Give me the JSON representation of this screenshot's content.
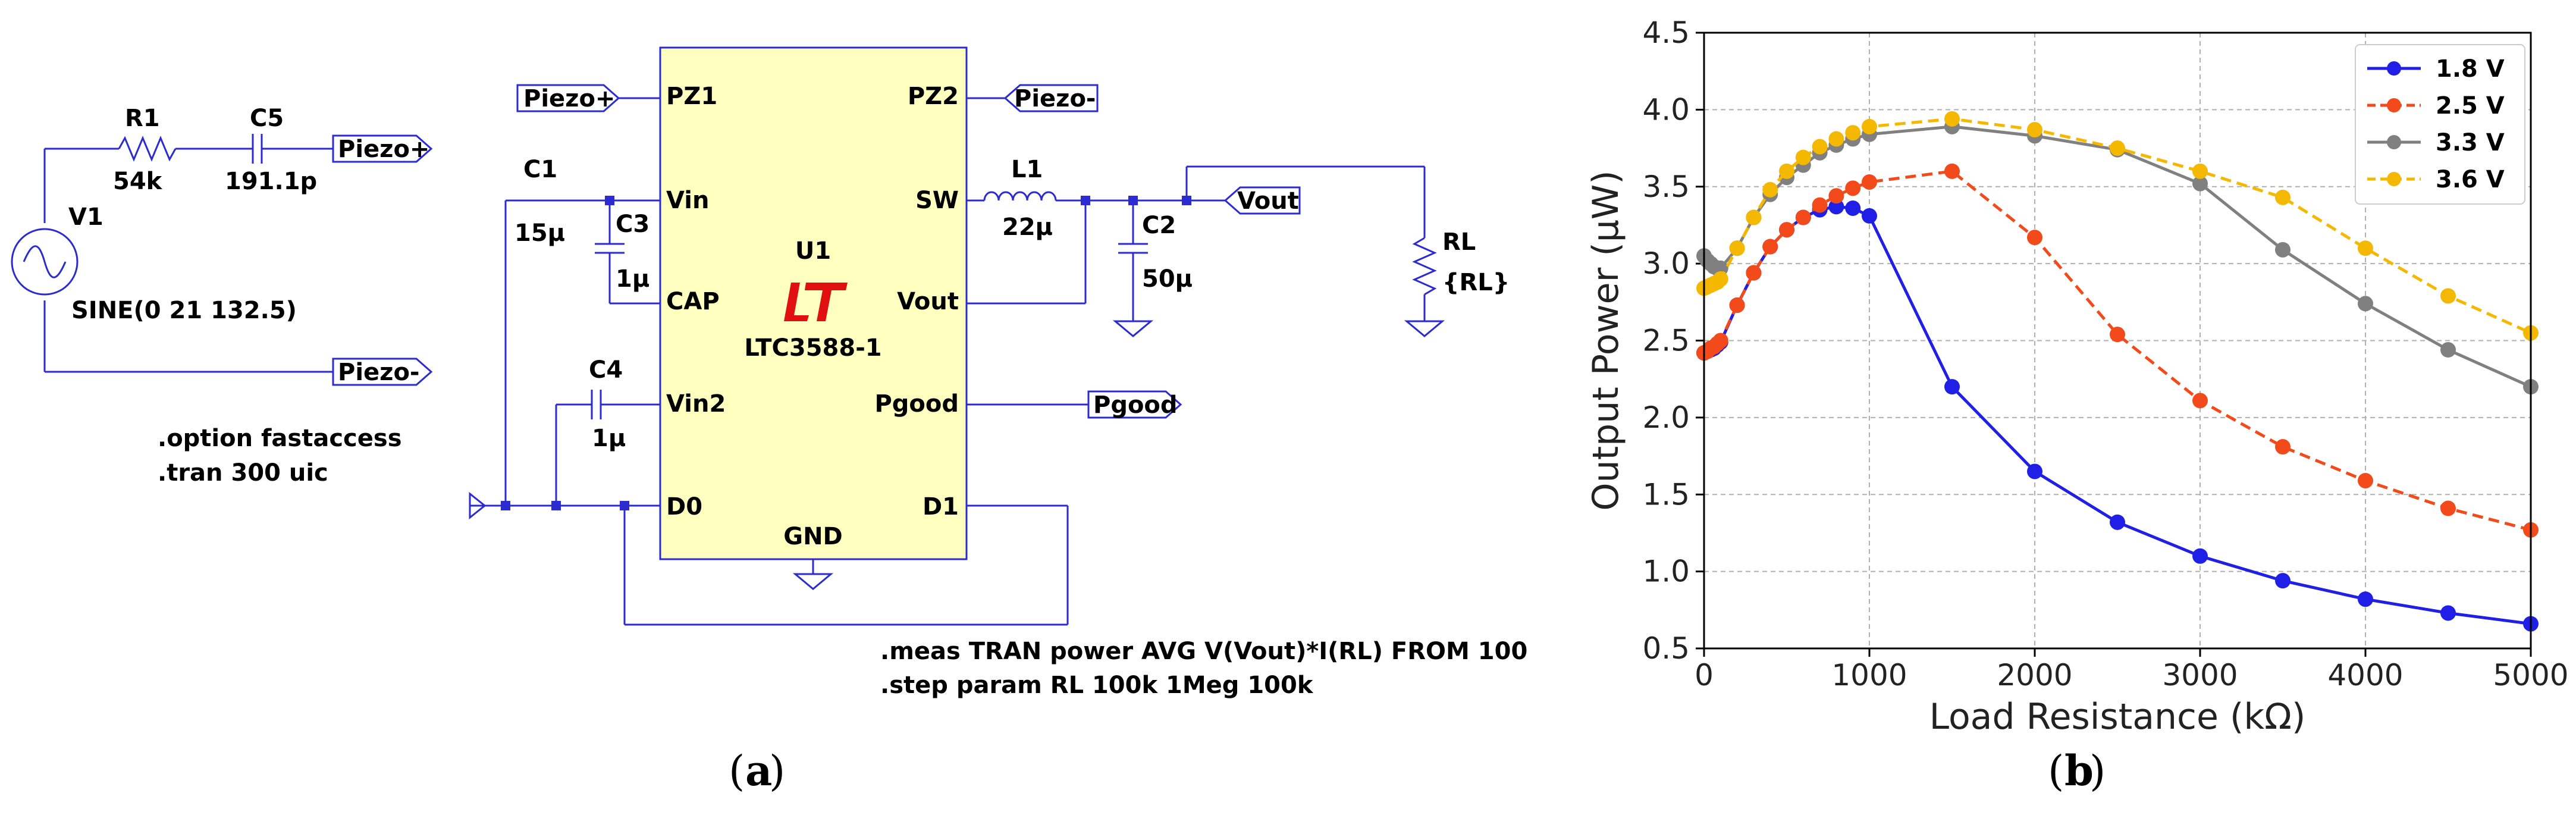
{
  "schematic": {
    "caption": "a",
    "source": {
      "r1_name": "R1",
      "r1_value": "54k",
      "c5_name": "C5",
      "c5_value": "191.1p",
      "v1_name": "V1",
      "v1_value": "SINE(0 21 132.5)",
      "flag_pos": "Piezo+",
      "flag_neg": "Piezo-"
    },
    "directives": [
      ".option fastaccess",
      ".tran 300 uic"
    ],
    "ic": {
      "name": "U1",
      "part": "LTC3588-1",
      "pins_left": [
        "PZ1",
        "Vin",
        "CAP",
        "Vin2",
        "D0"
      ],
      "pins_right": [
        "PZ2",
        "SW",
        "Vout",
        "Pgood",
        "D1"
      ],
      "pin_bottom": "GND"
    },
    "flags": {
      "pz1_flag": "Piezo+",
      "pz2_flag": "Piezo-",
      "vout_flag": "Vout",
      "pgood_flag": "Pgood"
    },
    "parts": {
      "c1_name": "C1",
      "c1_value": "15μ",
      "c3_name": "C3",
      "c3_value": "1μ",
      "c4_name": "C4",
      "c4_value": "1μ",
      "l1_name": "L1",
      "l1_value": "22μ",
      "c2_name": "C2",
      "c2_value": "50μ",
      "rl_name": "RL",
      "rl_value": "{RL}"
    },
    "meas_directives": [
      ".meas TRAN power AVG V(Vout)*I(RL) FROM 100",
      ".step param RL 100k 1Meg 100k"
    ]
  },
  "chart_caption": "b",
  "chart_data": {
    "type": "line",
    "title": "",
    "xlabel": "Load Resistance (kΩ)",
    "ylabel": "Output Power (μW)",
    "xlim": [
      0,
      5000
    ],
    "ylim": [
      0.5,
      4.5
    ],
    "x_ticks": [
      "0",
      "1000",
      "2000",
      "3000",
      "4000",
      "5000"
    ],
    "y_ticks": [
      "0.5",
      "1.0",
      "1.5",
      "2.0",
      "2.5",
      "3.0",
      "3.5",
      "4.0",
      "4.5"
    ],
    "grid": true,
    "legend_position": "top-right",
    "series": [
      {
        "name": "1.8 V",
        "color": "#1f1fe6",
        "dashed": false,
        "x": [
          0,
          20,
          40,
          60,
          80,
          100,
          200,
          300,
          400,
          500,
          600,
          700,
          800,
          900,
          1000,
          1500,
          2000,
          2500,
          3000,
          3500,
          4000,
          4500,
          5000
        ],
        "y": [
          2.42,
          2.43,
          2.44,
          2.45,
          2.47,
          2.49,
          2.73,
          2.94,
          3.11,
          3.22,
          3.3,
          3.35,
          3.37,
          3.36,
          3.31,
          2.2,
          1.65,
          1.32,
          1.1,
          0.94,
          0.82,
          0.73,
          0.66
        ]
      },
      {
        "name": "2.5 V",
        "color": "#f24a1a",
        "dashed": true,
        "x": [
          0,
          20,
          40,
          60,
          80,
          100,
          200,
          300,
          400,
          500,
          600,
          700,
          800,
          900,
          1000,
          1500,
          2000,
          2500,
          3000,
          3500,
          4000,
          4500,
          5000
        ],
        "y": [
          2.42,
          2.43,
          2.45,
          2.46,
          2.48,
          2.5,
          2.73,
          2.94,
          3.11,
          3.22,
          3.3,
          3.38,
          3.44,
          3.49,
          3.53,
          3.6,
          3.17,
          2.54,
          2.11,
          1.81,
          1.59,
          1.41,
          1.27
        ]
      },
      {
        "name": "3.3 V",
        "color": "#808080",
        "dashed": false,
        "x": [
          0,
          20,
          40,
          60,
          80,
          100,
          200,
          300,
          400,
          500,
          600,
          700,
          800,
          900,
          1000,
          1500,
          2000,
          2500,
          3000,
          3500,
          4000,
          4500,
          5000
        ],
        "y": [
          3.05,
          3.02,
          3.0,
          2.98,
          2.97,
          2.97,
          3.1,
          3.3,
          3.45,
          3.56,
          3.64,
          3.72,
          3.77,
          3.81,
          3.84,
          3.89,
          3.83,
          3.74,
          3.52,
          3.09,
          2.74,
          2.44,
          2.2
        ]
      },
      {
        "name": "3.6 V",
        "color": "#f5b800",
        "dashed": true,
        "x": [
          0,
          20,
          40,
          60,
          80,
          100,
          200,
          300,
          400,
          500,
          600,
          700,
          800,
          900,
          1000,
          1500,
          2000,
          2500,
          3000,
          3500,
          4000,
          4500,
          5000
        ],
        "y": [
          2.84,
          2.85,
          2.86,
          2.87,
          2.88,
          2.9,
          3.1,
          3.3,
          3.48,
          3.6,
          3.69,
          3.76,
          3.81,
          3.85,
          3.89,
          3.94,
          3.87,
          3.75,
          3.6,
          3.43,
          3.1,
          2.79,
          2.55
        ]
      }
    ]
  }
}
